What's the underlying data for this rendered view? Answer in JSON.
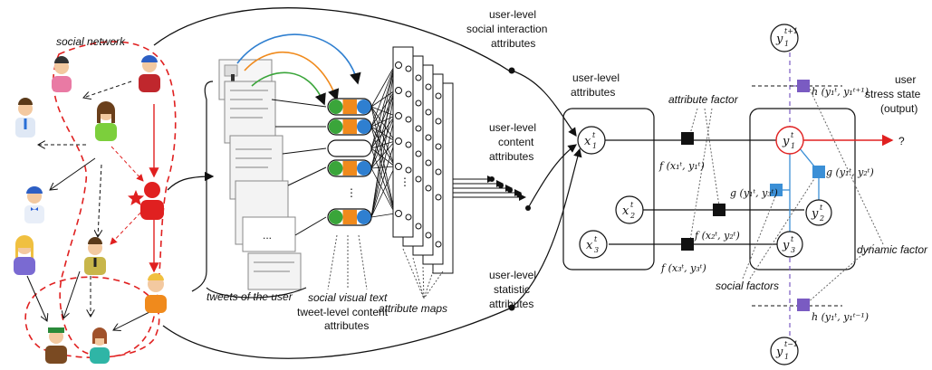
{
  "labels": {
    "social_network": "social network",
    "tweets_of_user": "tweets of the user",
    "social_visual_text": "social  visual  text",
    "tweet_level_1": "tweet-level content",
    "tweet_level_2": "attributes",
    "attribute_maps": "attribute maps",
    "ul_social_1": "user-level",
    "ul_social_2": "social interaction",
    "ul_social_3": "attributes",
    "ul_content_1": "user-level",
    "ul_content_2": "content",
    "ul_content_3": "attributes",
    "ul_stat_1": "user-level",
    "ul_stat_2": "statistic",
    "ul_stat_3": "attributes",
    "ul_attr_1": "user-level",
    "ul_attr_2": "attributes",
    "attribute_factor": "attribute factor",
    "social_factors": "social factors",
    "dynamic_factor": "dynamic factor",
    "user_stress_1": "user",
    "user_stress_2": "stress state",
    "user_stress_3": "(output)",
    "question_mark": "?",
    "ellipsis": "...",
    "vdots": "⋮"
  },
  "math": {
    "x1": "x",
    "x2": "x",
    "x3": "x",
    "y1": "y",
    "y2": "y",
    "y3": "y",
    "y1_next": "y",
    "y1_prev": "y",
    "sub1": "1",
    "sub2": "2",
    "sub3": "3",
    "sup_t": "t",
    "sup_tp1": "t+1",
    "sup_tm1": "t−1",
    "f11": "f (x₁ᵗ, y₁ᵗ)",
    "f22": "f (x₂ᵗ, y₂ᵗ)",
    "f33": "f (x₃ᵗ, y₃ᵗ)",
    "g13": "g (y₁ᵗ, y₃ᵗ)",
    "g12": "g (y₁ᵗ, y₂ᵗ)",
    "h_next": "h (y₁ᵗ, y₁ᵗ⁺¹)",
    "h_prev": "h (y₁ᵗ, y₁ᵗ⁻¹)"
  },
  "colors": {
    "red": "#e02020",
    "green_pill": "#3aa53a",
    "orange_pill": "#f08a1c",
    "blue_pill": "#2f7fd0",
    "factor_black": "#111111",
    "factor_blue": "#3b8fd6",
    "factor_purple": "#7a5bc2"
  },
  "icons": {
    "people": [
      "person-icon"
    ],
    "star": "star-icon"
  }
}
